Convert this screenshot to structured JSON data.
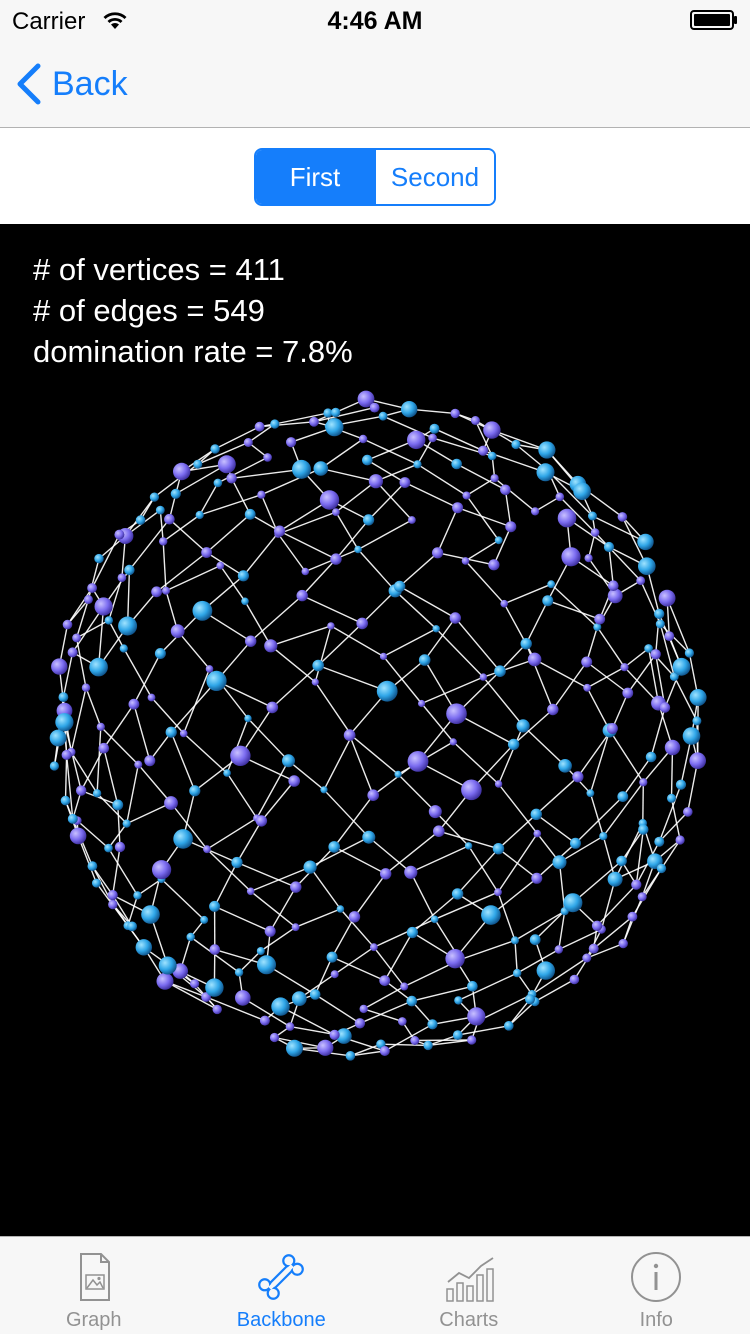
{
  "status_bar": {
    "carrier": "Carrier",
    "time": "4:46 AM"
  },
  "nav": {
    "back_label": "Back"
  },
  "segments": {
    "first": "First",
    "second": "Second",
    "selected": "First"
  },
  "stats": {
    "vertices": "# of vertices = 411",
    "edges": "# of edges = 549",
    "domination": "domination rate = 7.8%"
  },
  "tabs": [
    {
      "label": "Graph",
      "icon": "graph-icon",
      "active": false
    },
    {
      "label": "Backbone",
      "icon": "bone-icon",
      "active": true
    },
    {
      "label": "Charts",
      "icon": "charts-icon",
      "active": false
    },
    {
      "label": "Info",
      "icon": "info-icon",
      "active": false
    }
  ],
  "colors": {
    "accent": "#157efb",
    "node_blue": "#2fa6e8",
    "node_purple": "#7b6cf0",
    "edge": "#ffffff",
    "background": "#000000"
  }
}
